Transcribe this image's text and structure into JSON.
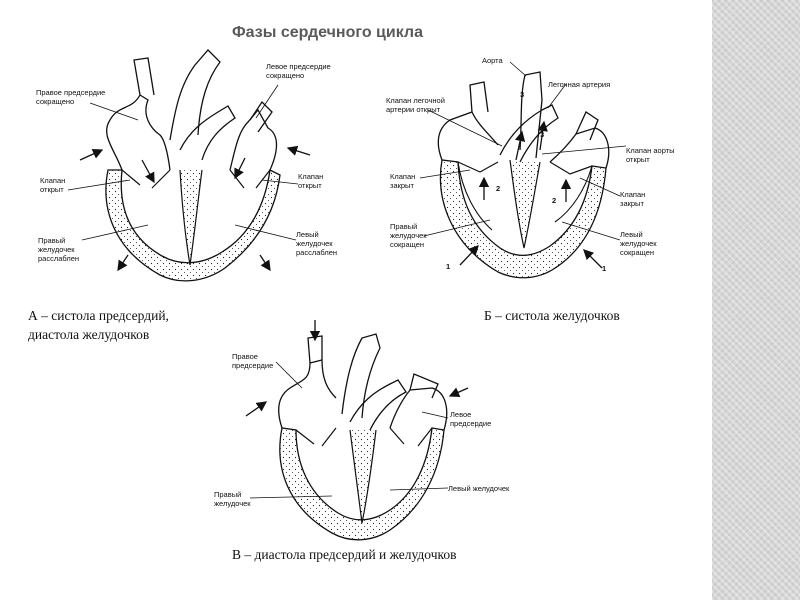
{
  "title": "Фазы сердечного цикла",
  "captions": {
    "a_line1": "А – систола предсердий,",
    "a_line2": "диастола желудочков",
    "b": "Б – систола желудочков",
    "v": "В – диастола предсердий и желудочков"
  },
  "diagram_a": {
    "right_atrium": [
      "Правое предсердие",
      "сокращено"
    ],
    "left_atrium": [
      "Левое предсердие",
      "сокращено"
    ],
    "valve_left_side": [
      "Клапан",
      "открыт"
    ],
    "valve_right_side": [
      "Клапан",
      "открыт"
    ],
    "right_ventricle": [
      "Правый",
      "желудочек",
      "расслаблен"
    ],
    "left_ventricle": [
      "Левый",
      "желудочек",
      "расслаблен"
    ]
  },
  "diagram_b": {
    "aorta": "Аорта",
    "pulmonary_artery": "Легочная артерия",
    "pulmonary_valve": [
      "Клапан легочной",
      "артерии открыт"
    ],
    "aortic_valve": [
      "Клапан аорты",
      "открыт"
    ],
    "valve_closed_left": [
      "Клапан",
      "закрыт"
    ],
    "valve_closed_right": [
      "Клапан",
      "закрыт"
    ],
    "right_ventricle": [
      "Правый",
      "желудочек",
      "сокращен"
    ],
    "left_ventricle": [
      "Левый",
      "желудочек",
      "сокращен"
    ],
    "num_1_left": "1",
    "num_1_right": "1",
    "num_2_left": "2",
    "num_2_right": "2",
    "num_3_top": "3",
    "num_3_mid": "3"
  },
  "diagram_v": {
    "right_atrium": [
      "Правое",
      "предсердие"
    ],
    "left_atrium": [
      "Левое",
      "предсердие"
    ],
    "right_ventricle": [
      "Правый",
      "желудочек"
    ],
    "left_ventricle": "Левый желудочек"
  },
  "colors": {
    "title": "#5a5a5a",
    "ink": "#111111",
    "side_panel": "#d6d6d6"
  }
}
